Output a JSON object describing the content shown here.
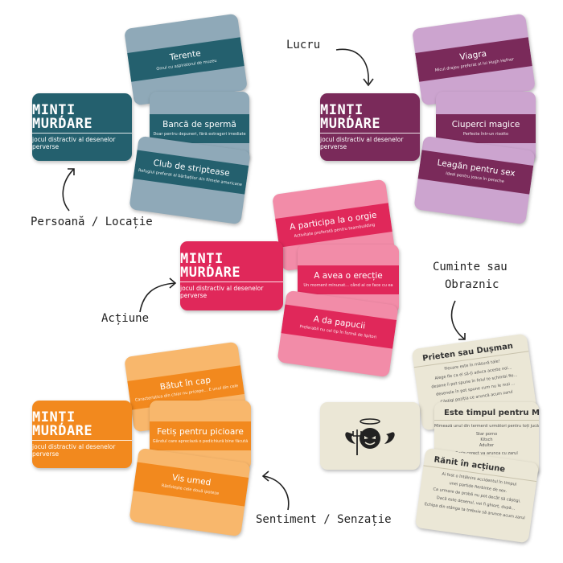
{
  "brand": {
    "logo": "MINȚI MURDARE",
    "tagline": "jocul distractiv al desenelor perverse"
  },
  "colors": {
    "teal_dark": "#24606e",
    "teal_light": "#8fa9b8",
    "plum_dark": "#7a2a5a",
    "plum_light": "#cca4cf",
    "pink_dark": "#e0285a",
    "pink_light": "#f28ca8",
    "orange_dark": "#f2891e",
    "orange_light": "#f8b76c",
    "cream": "#ebe7d6"
  },
  "labels": {
    "person": "Persoană / Locație",
    "work": "Lucru",
    "action": "Acțiune",
    "good_bad_1": "Cuminte sau",
    "good_bad_2": "Obraznic",
    "feeling": "Sentiment / Senzație"
  },
  "teal": {
    "c1": {
      "title": "Terente",
      "sub": "Omul cu aspiratorul de muzeu"
    },
    "c2": {
      "title": "Bancă de spermă",
      "sub": "Doar pentru depuneri, fără extrageri imediate"
    },
    "c3": {
      "title": "Club de striptease",
      "sub": "Refugiul preferat al bărbaților din filmele americane"
    }
  },
  "plum": {
    "c1": {
      "title": "Viagra",
      "sub": "Micul drajeu preferat al lui Hugh Hefner"
    },
    "c2": {
      "title": "Ciuperci magice",
      "sub": "Perfecte într-un risotto"
    },
    "c3": {
      "title": "Leagăn pentru sex",
      "sub": "Ideal pentru joaca în pereche"
    }
  },
  "pink": {
    "c1": {
      "title": "A participa la o orgie",
      "sub": "Activitate preferată pentru teambuilding"
    },
    "c2": {
      "title": "A avea o erecție",
      "sub": "Un moment minunat... când ai ce face cu ea"
    },
    "c3": {
      "title": "A da papucii",
      "sub": "Preferabil nu cel tip în formă de lipitori"
    }
  },
  "orange": {
    "c1": {
      "title": "Bătut în cap",
      "sub": "Caracteristica din chiar nu pricepe... E unul din cele"
    },
    "c2": {
      "title": "Fetiș pentru picioare",
      "sub": "Gândul care apreciază o pedichiură bine făcută"
    },
    "c3": {
      "title": "Vis umed",
      "sub": "Răsfoiește cele două ipoteze"
    }
  },
  "cream": {
    "c1": {
      "title": "Prieten sau Dușman",
      "lines": [
        "Fiecare este în măsură tale!",
        "Alege fie ca el să-ți aduca aceste noi...",
        "desene îi pot spune în felul te schimbi fie...",
        "desenele în pot spune cum nu le mai ...",
        "Câștigi poziția ce aruncă acum zarul"
      ]
    },
    "c2": {
      "title": "Este timpul pentru Mimă",
      "lines": [
        "Mimează unul din termenii următori pentru toți jucătorii.",
        "Star porno",
        "Kitsch",
        "Adulter",
        "Scrie corect va arunca cu zarul"
      ]
    },
    "c3": {
      "title": "Rănit în acțiune",
      "lines": [
        "Ai fost o întâlnire accidentul în timpul",
        "unei partide fierbinte de sex.",
        "Ca urmare de probă nu pot decât să câștigi.",
        "Dacă este desenul, vei fi ghiorț, după...",
        "Echipa din stânga ta trebuie să arunce acum zarul"
      ]
    }
  }
}
